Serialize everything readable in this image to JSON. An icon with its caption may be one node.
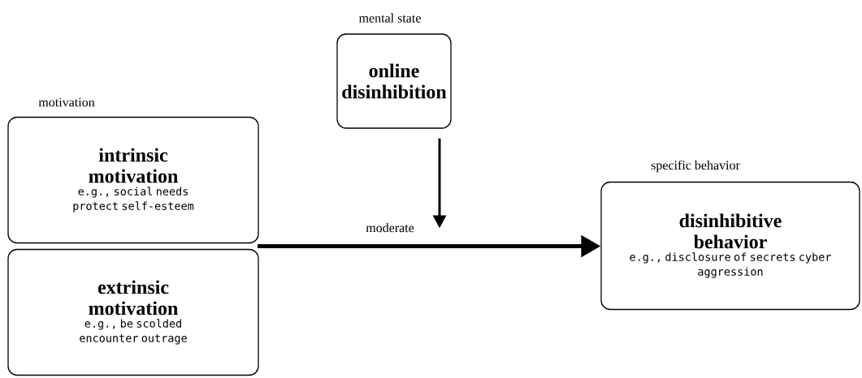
{
  "diagram": {
    "nodes": [
      {
        "text": [
          "mental state",
          "online disinhibition"
        ]
      },
      {
        "text": [
          "motivation",
          "intrinsic motivation",
          "e.g., social needs protect self-esteem"
        ]
      },
      {
        "text": [
          "extrinsic motivation",
          "e.g., be scolded encounter outrage"
        ]
      },
      {
        "text": [
          "specific behavior",
          "disinhibitive behavior",
          "e.g., disclosure of secrets cyber aggression"
        ]
      }
    ],
    "edges": [
      {
        "from": 1,
        "to": 3,
        "arrow": "to"
      },
      {
        "from": 2,
        "to": 3,
        "arrow": "to"
      },
      {
        "from": 0,
        "to": null,
        "arrow": "to",
        "label": "moderate"
      }
    ]
  }
}
